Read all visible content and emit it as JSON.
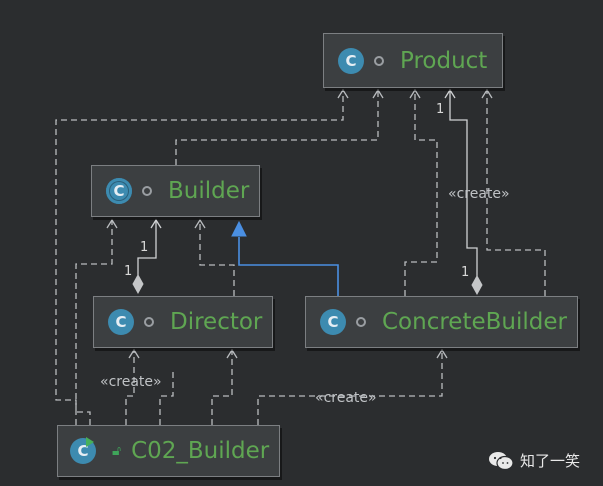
{
  "classes": {
    "product": {
      "name": "Product",
      "icon": "C"
    },
    "builder": {
      "name": "Builder",
      "icon": "C"
    },
    "director": {
      "name": "Director",
      "icon": "C"
    },
    "concrete_builder": {
      "name": "ConcreteBuilder",
      "icon": "C"
    },
    "client": {
      "name": "C02_Builder",
      "icon": "C"
    }
  },
  "edge_labels": {
    "create_concrete_product": "«create»",
    "create_client_director": "«create»",
    "create_client_concrete": "«create»"
  },
  "multiplicities": {
    "concrete_to_product": "1",
    "concrete_aggregation": "1",
    "director_to_builder": "1",
    "director_aggregation": "1"
  },
  "watermark": {
    "text": "知了一笑"
  },
  "colors": {
    "background": "#2b2d2f",
    "node_fill": "#3c3f41",
    "class_name": "#5fa652",
    "class_icon": "#3d8bb0",
    "dependency_line": "#b9bcbf",
    "inheritance_line": "#4a8fe2"
  }
}
